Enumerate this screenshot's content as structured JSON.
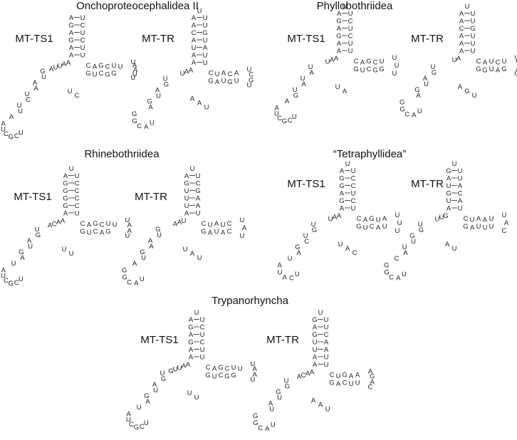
{
  "groups": [
    {
      "title": "Onchoproteocephalidea II"
    },
    {
      "title": "Phyllobothriidea"
    },
    {
      "title": "Rhinebothriidea"
    },
    {
      "title": "“Tetraphyllidea”"
    },
    {
      "title": "Trypanorhyncha"
    }
  ],
  "labels": {
    "ts1": "MT-TS1",
    "tr": "MT-TR"
  },
  "structures": [
    {
      "group": 0,
      "kind": "ts1",
      "stem": [
        "A-U",
        "G-C",
        "A-U",
        "G-C",
        "A-U",
        "A-U"
      ],
      "cap": "",
      "junction": "AUUAA",
      "arm_right_top": "CAGCUU",
      "arm_right_bot": "GUCGG",
      "loop_right": "UAAUU",
      "left_chain": "GUAAUCUUA",
      "left_loop": "UCGCUA",
      "bottom": "UC"
    },
    {
      "group": 0,
      "kind": "tr",
      "stem": [
        "A-U",
        "A-U",
        "C-G",
        "A-U",
        "U-A",
        "A-U",
        "A-U"
      ],
      "cap": "U",
      "junction": "UAA",
      "arm_right_top": "CUACA",
      "arm_right_bot": "GAUGU",
      "loop_right": "UCGU",
      "left_chain": "UGAUGA",
      "left_loop": "UACGG",
      "bottom": "AAU"
    },
    {
      "group": 1,
      "kind": "ts1",
      "stem": [
        "A-U",
        "G-C",
        "A-U",
        "G-C",
        "A-U",
        "A-U"
      ],
      "cap": "U",
      "junction": "UAA",
      "arm_right_top": "CAGCU",
      "arm_right_bot": "GUCGG",
      "loop_right": "UUU",
      "left_chain": "UAUAUGA",
      "left_loop": "UCGCUA",
      "bottom": "UA"
    },
    {
      "group": 1,
      "kind": "tr",
      "stem": [
        "A-U",
        "A-U",
        "C-G",
        "A-U",
        "A-U",
        "A-U"
      ],
      "cap": "U",
      "junction": "UA",
      "arm_right_top": "CAUCU",
      "arm_right_bot": "GGUAG",
      "loop_right": "UGACG",
      "left_chain": "UGAUGA",
      "left_loop": "UACGG",
      "bottom": "AGU"
    },
    {
      "group": 2,
      "kind": "ts1",
      "stem": [
        "A-U",
        "G-C",
        "G-C",
        "G-C",
        "G-C",
        "A-U"
      ],
      "cap": "U",
      "junction": "ACAA",
      "arm_right_top": "CAGCUU",
      "arm_right_bot": "GUCAG",
      "loop_right": "UAAU",
      "left_chain": "UGAUGAU",
      "left_loop": "UCGCUA",
      "bottom": "UU"
    },
    {
      "group": 2,
      "kind": "tr",
      "stem": [
        "A-U",
        "G-C",
        "U-G",
        "U-A",
        "U-A",
        "A-U"
      ],
      "cap": "U",
      "junction": "AAU",
      "arm_right_top": "CUAUC",
      "arm_right_bot": "GAUAC",
      "loop_right": "UAU",
      "left_chain": "GUAAGUA",
      "left_loop": "UACGG",
      "bottom": "UAU"
    },
    {
      "group": 3,
      "kind": "ts1",
      "stem": [
        "A-U",
        "G-C",
        "G-C",
        "A-U",
        "G-C",
        "A-U"
      ],
      "cap": "U",
      "junction": "UAA",
      "arm_right_top": "CAGUA",
      "arm_right_bot": "GUCAU",
      "loop_right": "UUU",
      "left_chain": "UGUCGAU",
      "left_loop": "UCAUA",
      "bottom": "UAC"
    },
    {
      "group": 3,
      "kind": "tr",
      "stem": [
        "G-U",
        "A-U",
        "U-A",
        "G-C",
        "U-A",
        "A-U"
      ],
      "cap": "U",
      "junction": "UUG",
      "arm_right_top": "CUAAU",
      "arm_right_bot": "GAUUU",
      "loop_right": "UAC",
      "left_chain": "UGGUUAC",
      "left_loop": "UACGG",
      "bottom": "AU"
    },
    {
      "group": 4,
      "kind": "ts1",
      "stem": [
        "A-U",
        "G-C",
        "A-U",
        "G-C",
        "A-U",
        "A-U"
      ],
      "cap": "U",
      "junction": "GUUAA",
      "arm_right_top": "CAGCUU",
      "arm_right_bot": "GUCGG",
      "loop_right": "UAAU",
      "left_chain": "UGAUGAU",
      "left_loop": "UCGCUA",
      "bottom": "UU"
    },
    {
      "group": 4,
      "kind": "tr",
      "stem": [
        "G-U",
        "A-U",
        "G-C",
        "U-A",
        "U-A",
        "A-U",
        "A-U"
      ],
      "cap": "U",
      "junction": "ACAA",
      "arm_right_top": "CUGAA",
      "arm_right_bot": "GACUU",
      "loop_right": "AGAC",
      "left_chain": "UGGUAU",
      "left_loop": "UACGG",
      "bottom": "AAU"
    }
  ]
}
